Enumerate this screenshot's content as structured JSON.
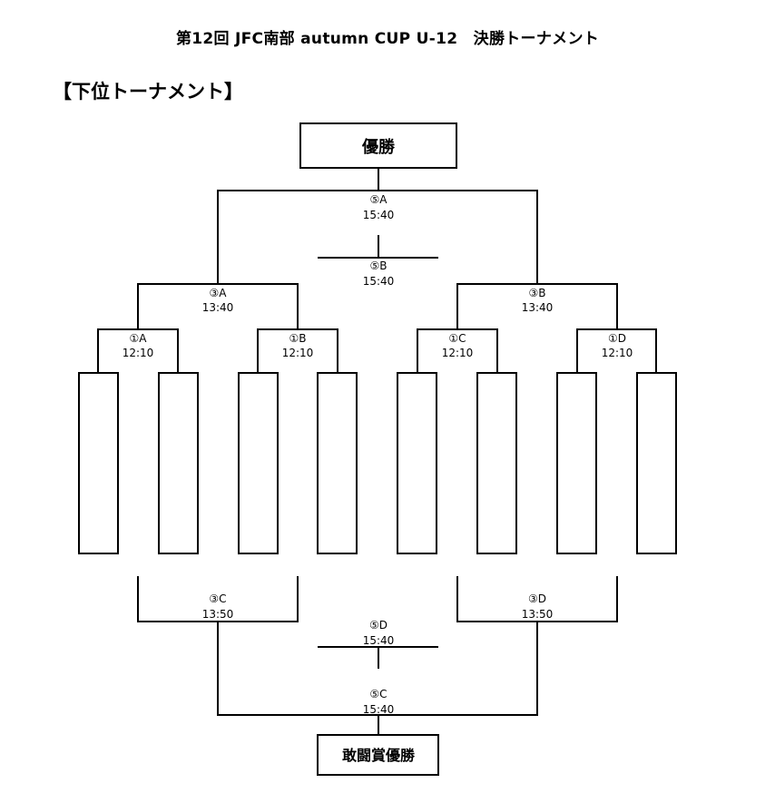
{
  "title": "第12回 JFC南部 autumn CUP U-12　決勝トーナメント",
  "section_title": "【下位トーナメント】",
  "winner_box": "優勝",
  "fighting_spirit_box": "敢闘賞優勝",
  "matches": {
    "m1a": {
      "label": "①A",
      "time": "12:10"
    },
    "m1b": {
      "label": "①B",
      "time": "12:10"
    },
    "m1c": {
      "label": "①C",
      "time": "12:10"
    },
    "m1d": {
      "label": "①D",
      "time": "12:10"
    },
    "m3a": {
      "label": "③A",
      "time": "13:40"
    },
    "m3b": {
      "label": "③B",
      "time": "13:40"
    },
    "m3c": {
      "label": "③C",
      "time": "13:50"
    },
    "m3d": {
      "label": "③D",
      "time": "13:50"
    },
    "m5a": {
      "label": "⑤A",
      "time": "15:40"
    },
    "m5b": {
      "label": "⑤B",
      "time": "15:40"
    },
    "m5c": {
      "label": "⑤C",
      "time": "15:40"
    },
    "m5d": {
      "label": "⑤D",
      "time": "15:40"
    }
  },
  "team_slots": [
    "",
    "",
    "",
    "",
    "",
    "",
    "",
    ""
  ]
}
